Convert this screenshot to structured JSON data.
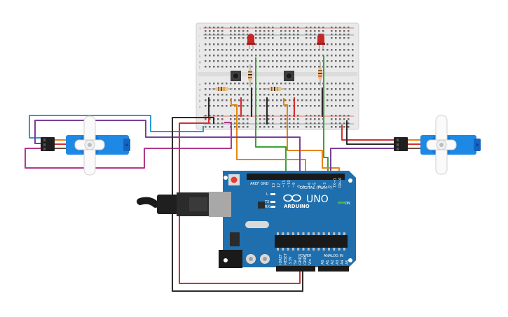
{
  "arduino": {
    "logo": "ARDUINO",
    "model": "UNO",
    "digital_header": "DIGITAL (PWM~)",
    "power_header": "POWER",
    "analog_header": "ANALOG IN",
    "on_label": "ON",
    "led_l": "L",
    "led_tx": "TX",
    "led_rx": "RX",
    "aref": "AREF",
    "gnd": "GND",
    "digital_pins": [
      "13",
      "12",
      "~11",
      "~10",
      "~9",
      "8",
      "7",
      "~6",
      "~5",
      "4",
      "~3",
      "2",
      "TX→1",
      "RX←0"
    ],
    "power_pins": [
      "IOREF",
      "RESET",
      "3.3V",
      "5V",
      "GND",
      "GND",
      "Vin"
    ],
    "analog_pins": [
      "A0",
      "A1",
      "A2",
      "A3",
      "A4",
      "A5"
    ]
  },
  "breadboard": {
    "row_letters_top": [
      "j",
      "i",
      "h",
      "g",
      "f"
    ],
    "row_letters_bottom": [
      "e",
      "d",
      "c",
      "b",
      "a"
    ],
    "rail_plus": "+",
    "rail_minus": "-"
  },
  "colors": {
    "wire_red": "#d32f2f",
    "wire_black": "#2b2b2b",
    "wire_green": "#3aa335",
    "wire_orange": "#e7850f",
    "wire_purple": "#7b3f98",
    "wire_magenta": "#b03a8c",
    "wire_cyan": "#2c9ad6",
    "board_blue": "#1f6fae",
    "servo_blue": "#1e88e5"
  }
}
